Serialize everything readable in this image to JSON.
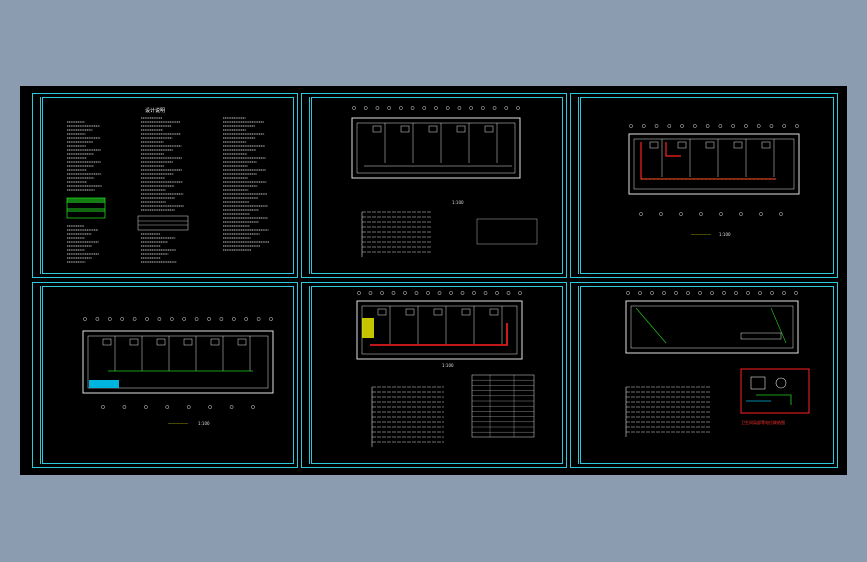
{
  "drawing": {
    "sheets": [
      {
        "id": "sheet-1",
        "title": "设计说明"
      },
      {
        "id": "sheet-2",
        "scale": "1:100"
      },
      {
        "id": "sheet-3",
        "scale": "1:100"
      },
      {
        "id": "sheet-4",
        "scale": "1:100"
      },
      {
        "id": "sheet-5",
        "scale": "1:100"
      },
      {
        "id": "sheet-6",
        "diagram_title": "卫生间局部等电位联结图"
      }
    ]
  },
  "colors": {
    "background": "#8c9cb0",
    "canvas": "#000000",
    "frame": "#2ec8dc",
    "wire_red": "#ff2020",
    "green": "#20d020",
    "white": "#e0e0e0",
    "yellow": "#e6e600"
  }
}
